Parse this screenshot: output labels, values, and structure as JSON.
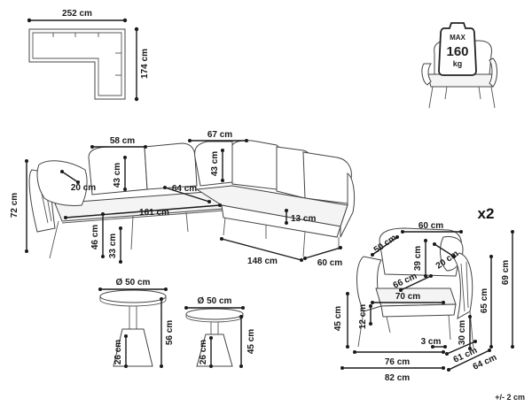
{
  "floor_plan": {
    "width": "252 cm",
    "depth": "174 cm"
  },
  "weight_badge": {
    "line1": "MAX",
    "line2": "160",
    "line3": "kg"
  },
  "sofa": {
    "seat_width_left": "58 cm",
    "seat_width_corner": "67 cm",
    "back_cushion": "43 cm",
    "back_cushion_right": "43 cm",
    "pillow": "20 cm",
    "seat_depth": "64 cm",
    "left_length": "161 cm",
    "total_height": "72 cm",
    "seat_height": "46 cm",
    "leg_height": "33 cm",
    "armrest": "13 cm",
    "right_length": "148 cm",
    "right_depth": "60 cm"
  },
  "chair": {
    "quantity": "x2",
    "back_width": "60 cm",
    "back_diag": "50 cm",
    "back_cushion": "39 cm",
    "pillow": "20 cm",
    "seat_depth": "66 cm",
    "inner_width": "70 cm",
    "seat_height": "45 cm",
    "cushion_thickness": "12 cm",
    "arm_height": "65 cm",
    "total_height": "69 cm",
    "leg_height": "30 cm",
    "leg_offset": "3 cm",
    "base_width": "76 cm",
    "total_width": "82 cm",
    "base_depth": "61 cm",
    "total_depth": "64 cm"
  },
  "table_large": {
    "diameter": "Ø 50 cm",
    "height": "56 cm",
    "base_height": "26 cm"
  },
  "table_small": {
    "diameter": "Ø 50 cm",
    "height": "45 cm",
    "base_height": "26 cm"
  },
  "tolerance": "+/- 2 cm"
}
